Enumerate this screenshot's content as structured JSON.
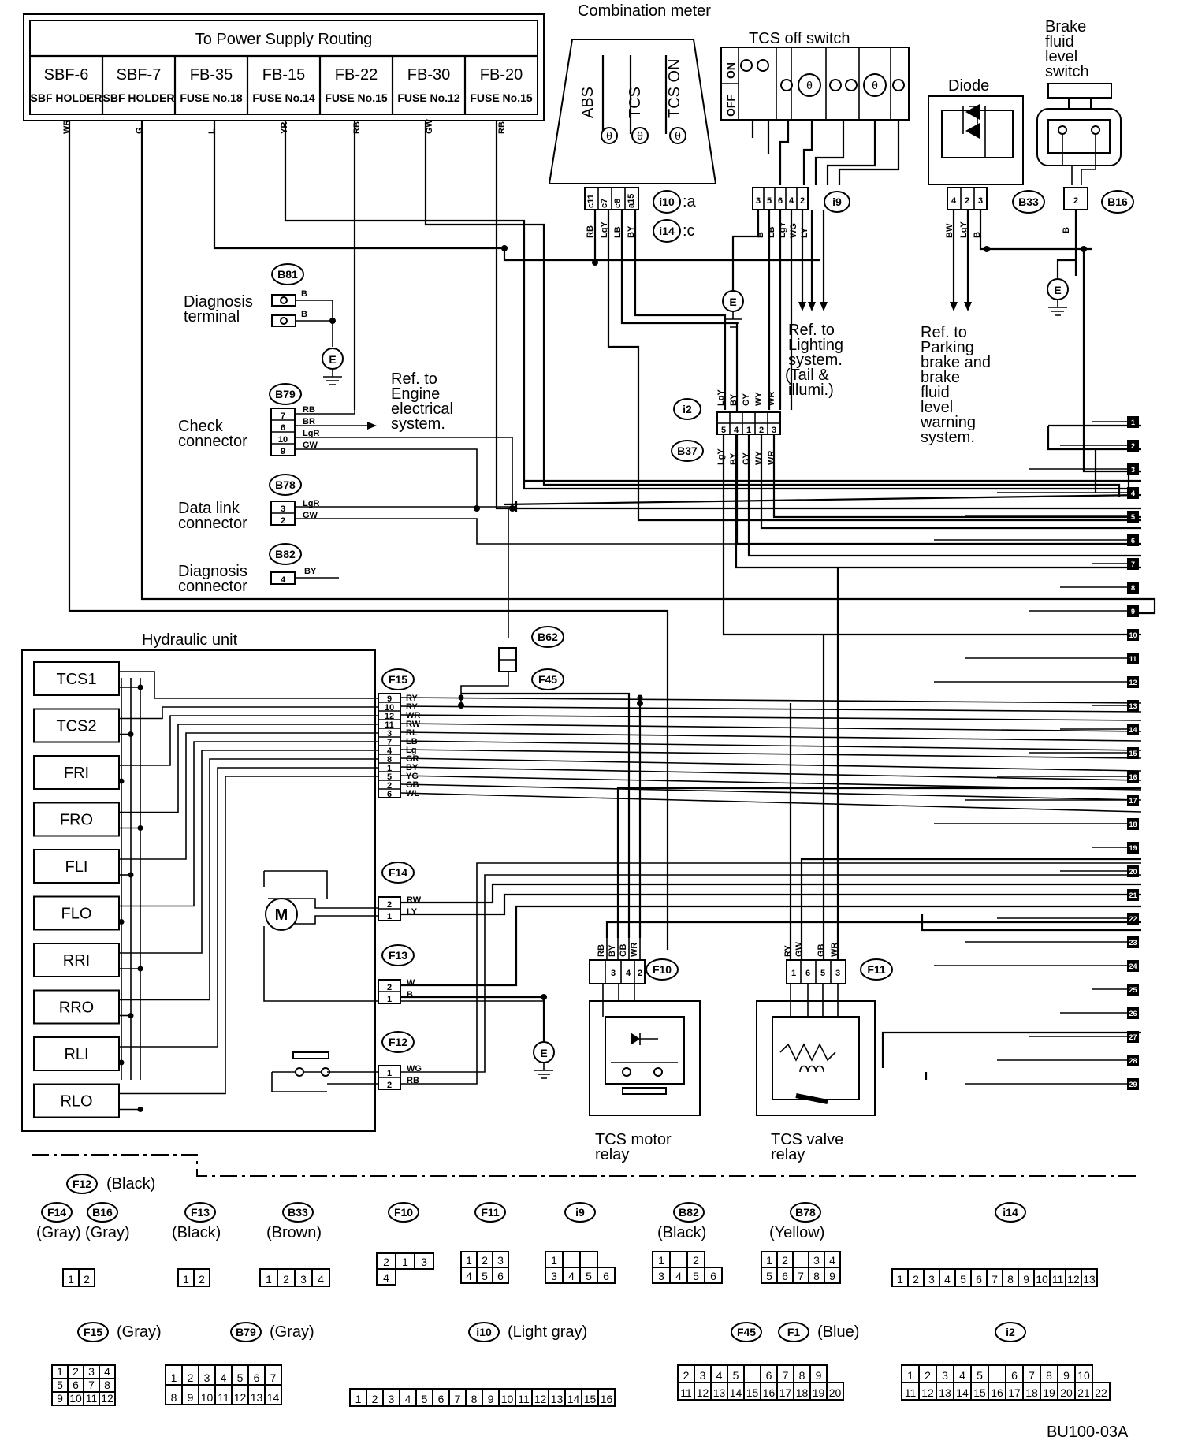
{
  "power_supply": {
    "title": "To Power Supply Routing",
    "fuses": [
      {
        "name": "SBF-6",
        "sub": "SBF HOLDER",
        "wire": "WR"
      },
      {
        "name": "SBF-7",
        "sub": "SBF HOLDER",
        "wire": "G"
      },
      {
        "name": "FB-35",
        "sub": "FUSE No.18",
        "wire": "L"
      },
      {
        "name": "FB-15",
        "sub": "FUSE No.14",
        "wire": "YR"
      },
      {
        "name": "FB-22",
        "sub": "FUSE No.15",
        "wire": "RB"
      },
      {
        "name": "FB-30",
        "sub": "FUSE No.12",
        "wire": "GW"
      },
      {
        "name": "FB-20",
        "sub": "FUSE No.15",
        "wire": "RB"
      }
    ]
  },
  "combination_meter": {
    "title": "Combination meter",
    "lamps": [
      "ABS",
      "TCS",
      "TCS ON"
    ],
    "connector_a": "i10",
    "connector_a_suffix": ":a",
    "connector_c": "i14",
    "connector_c_suffix": ":c",
    "pins": [
      "c11",
      "c7",
      "c8",
      "a15"
    ],
    "wires": [
      "RB",
      "LgY",
      "LB",
      "BY"
    ]
  },
  "tcs_off_switch": {
    "title": "TCS off switch",
    "positions": [
      "OFF",
      "ON"
    ],
    "connector": "i9",
    "pins": [
      "3",
      "5",
      "6",
      "4",
      "2"
    ],
    "wires": [
      "B",
      "LB",
      "LgY",
      "WG",
      "LY"
    ],
    "ref": [
      "Ref. to",
      "Lighting",
      "system.",
      "(Tail &",
      "illumi.)"
    ]
  },
  "diode": {
    "title": "Diode",
    "connector": "B33",
    "pins": [
      "4",
      "2",
      "3"
    ],
    "wires": [
      "BW",
      "LgY",
      "B"
    ],
    "ref": [
      "Ref. to",
      "Parking",
      "brake and",
      "brake",
      "fluid",
      "level",
      "warning",
      "system."
    ]
  },
  "brake_fluid": {
    "title": [
      "Brake",
      "fluid",
      "level",
      "switch"
    ],
    "connector": "B16",
    "pin": "2",
    "wire": "B"
  },
  "left_connectors": {
    "diagnosis_terminal": {
      "label": [
        "Diagnosis",
        "terminal"
      ],
      "connector": "B81",
      "wire": "B"
    },
    "check_connector": {
      "label": [
        "Check",
        "connector"
      ],
      "connector": "B79",
      "pins": [
        "7",
        "6",
        "10",
        "9"
      ],
      "wires": [
        "RB",
        "BR",
        "LgR",
        "GW"
      ],
      "ref": [
        "Ref. to",
        "Engine",
        "electrical",
        "system."
      ]
    },
    "data_link": {
      "label": [
        "Data link",
        "connector"
      ],
      "connector": "B78",
      "pins": [
        "3",
        "2"
      ],
      "wires": [
        "LgR",
        "GW"
      ]
    },
    "diagnosis_connector": {
      "label": [
        "Diagnosis",
        "connector"
      ],
      "connector": "B82",
      "pins": [
        "4"
      ],
      "wires": [
        "BY"
      ]
    }
  },
  "junction": {
    "top": "i2",
    "bottom": "B37",
    "top_wires": [
      "LgY",
      "BY",
      "GY",
      "WY",
      "WR"
    ],
    "pins": [
      "5",
      "4",
      "1",
      "2",
      "3"
    ],
    "bottom_wires": [
      "LgY",
      "BY",
      "GY",
      "WY",
      "WR"
    ]
  },
  "hydraulic_unit": {
    "title": "Hydraulic unit",
    "valves": [
      "TCS1",
      "TCS2",
      "FRI",
      "FRO",
      "FLI",
      "FLO",
      "RRI",
      "RRO",
      "RLI",
      "RLO"
    ],
    "f15": {
      "connector": "F15",
      "pins": [
        "9",
        "10",
        "12",
        "11",
        "3",
        "7",
        "4",
        "8",
        "1",
        "5",
        "2",
        "6"
      ],
      "wires": [
        "RY",
        "RY",
        "WR",
        "RW",
        "RL",
        "LB",
        "Lg",
        "GR",
        "BY",
        "YG",
        "GB",
        "WL"
      ]
    },
    "f14": {
      "connector": "F14",
      "pins": [
        "2",
        "1"
      ],
      "wires": [
        "RW",
        "LY"
      ]
    },
    "f13": {
      "connector": "F13",
      "pins": [
        "2",
        "1"
      ],
      "wires": [
        "W",
        "B"
      ]
    },
    "f12": {
      "connector": "F12",
      "pins": [
        "1",
        "2"
      ],
      "wires": [
        "WG",
        "RB"
      ]
    }
  },
  "b62": "B62",
  "f45": "F45",
  "relays": [
    {
      "name": [
        "TCS motor",
        "relay"
      ],
      "connector": "F10",
      "wires": [
        "RB",
        "BY",
        "GB",
        "WR"
      ],
      "pins": [
        "3",
        "4",
        "2"
      ]
    },
    {
      "name": [
        "TCS valve",
        "relay"
      ],
      "connector": "F11",
      "wires": [
        "RY",
        "GW",
        "GB",
        "WR"
      ],
      "pins": [
        "1",
        "6",
        "5",
        "3"
      ]
    }
  ],
  "ground_label": "E",
  "terminals": [
    "1",
    "2",
    "3",
    "4",
    "5",
    "6",
    "7",
    "8",
    "9",
    "10",
    "11",
    "12",
    "13",
    "14",
    "15",
    "16",
    "17",
    "18",
    "19",
    "20",
    "21",
    "22",
    "23",
    "24",
    "25",
    "26",
    "27",
    "28",
    "29"
  ],
  "legend": {
    "row1": [
      {
        "ids": [
          "F12"
        ],
        "color": "(Black)"
      },
      {
        "ids": [
          "F14",
          "B16"
        ],
        "color": [
          "(Gray)",
          "(Gray)"
        ]
      },
      {
        "ids": [
          "F13"
        ],
        "color": "(Black)"
      },
      {
        "ids": [
          "B33"
        ],
        "color": "(Brown)"
      },
      {
        "ids": [
          "F10"
        ],
        "color": ""
      },
      {
        "ids": [
          "F11"
        ],
        "color": ""
      },
      {
        "ids": [
          "i9"
        ],
        "color": ""
      },
      {
        "ids": [
          "B82"
        ],
        "color": "(Black)"
      },
      {
        "ids": [
          "B78"
        ],
        "color": "(Yellow)"
      },
      {
        "ids": [
          "i14"
        ],
        "color": ""
      }
    ],
    "row2": [
      {
        "ids": [
          "F15"
        ],
        "color": "(Gray)"
      },
      {
        "ids": [
          "B79"
        ],
        "color": "(Gray)"
      },
      {
        "ids": [
          "i10"
        ],
        "color": "(Light gray)"
      },
      {
        "ids": [
          "F45",
          "F1"
        ],
        "color": "(Blue)"
      },
      {
        "ids": [
          "i2"
        ],
        "color": ""
      }
    ]
  },
  "code": "BU100-03A"
}
